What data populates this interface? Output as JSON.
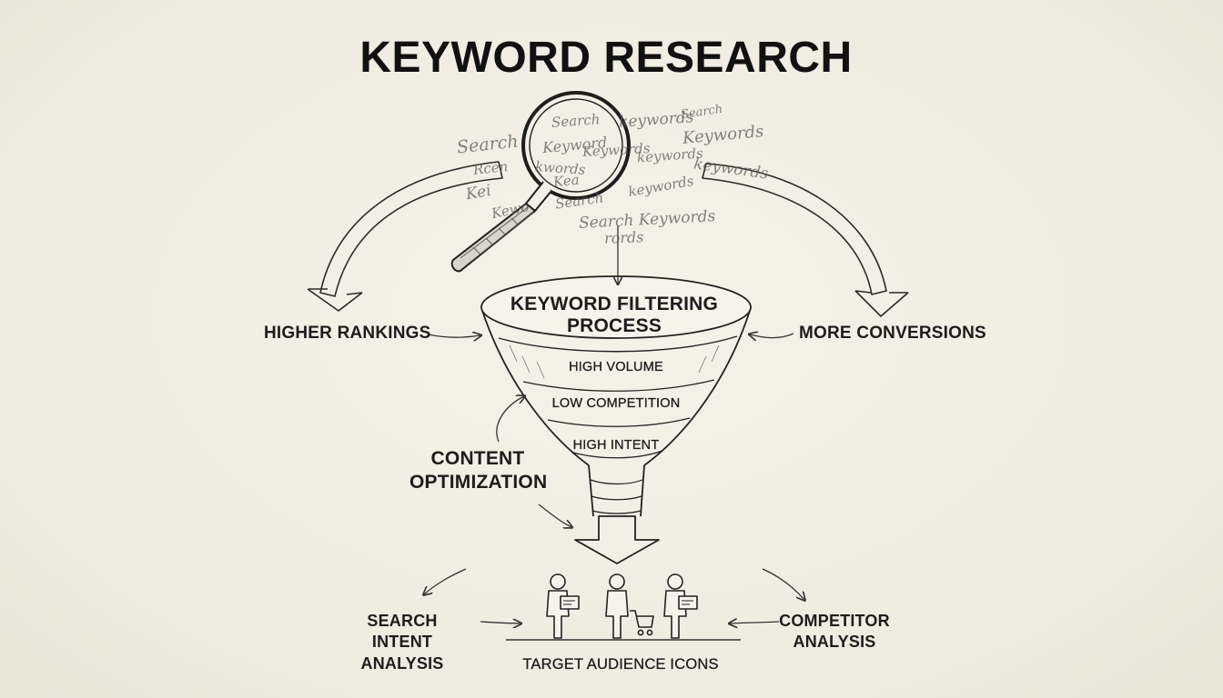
{
  "title": "KEYWORD RESEARCH",
  "funnel": {
    "title": "KEYWORD FILTERING PROCESS",
    "bands": [
      "HIGH VOLUME",
      "LOW COMPETITION",
      "HIGH INTENT"
    ]
  },
  "labels": {
    "higher_rankings": "HIGHER RANKINGS",
    "more_conversions": "MORE CONVERSIONS",
    "content_optimization": "CONTENT OPTIMIZATION",
    "search_intent_analysis": "SEARCH INTENT ANALYSIS",
    "competitor_analysis": "COMPETITOR ANALYSIS",
    "target_audience": "TARGET AUDIENCE ICONS"
  },
  "scribbles": [
    "Search",
    "keywords",
    "Keywords",
    "Search Keywords",
    "keywords",
    "Search",
    "Kei",
    "Rcen",
    "Keyword",
    "kwords",
    "keywords",
    "rords",
    "Kewo",
    "Search",
    "keywords",
    "Kea",
    "Search",
    "Keywords"
  ],
  "icons": [
    "magnifying-glass-icon",
    "funnel-icon",
    "person-icon",
    "shopping-cart-icon",
    "down-arrow-icon"
  ]
}
